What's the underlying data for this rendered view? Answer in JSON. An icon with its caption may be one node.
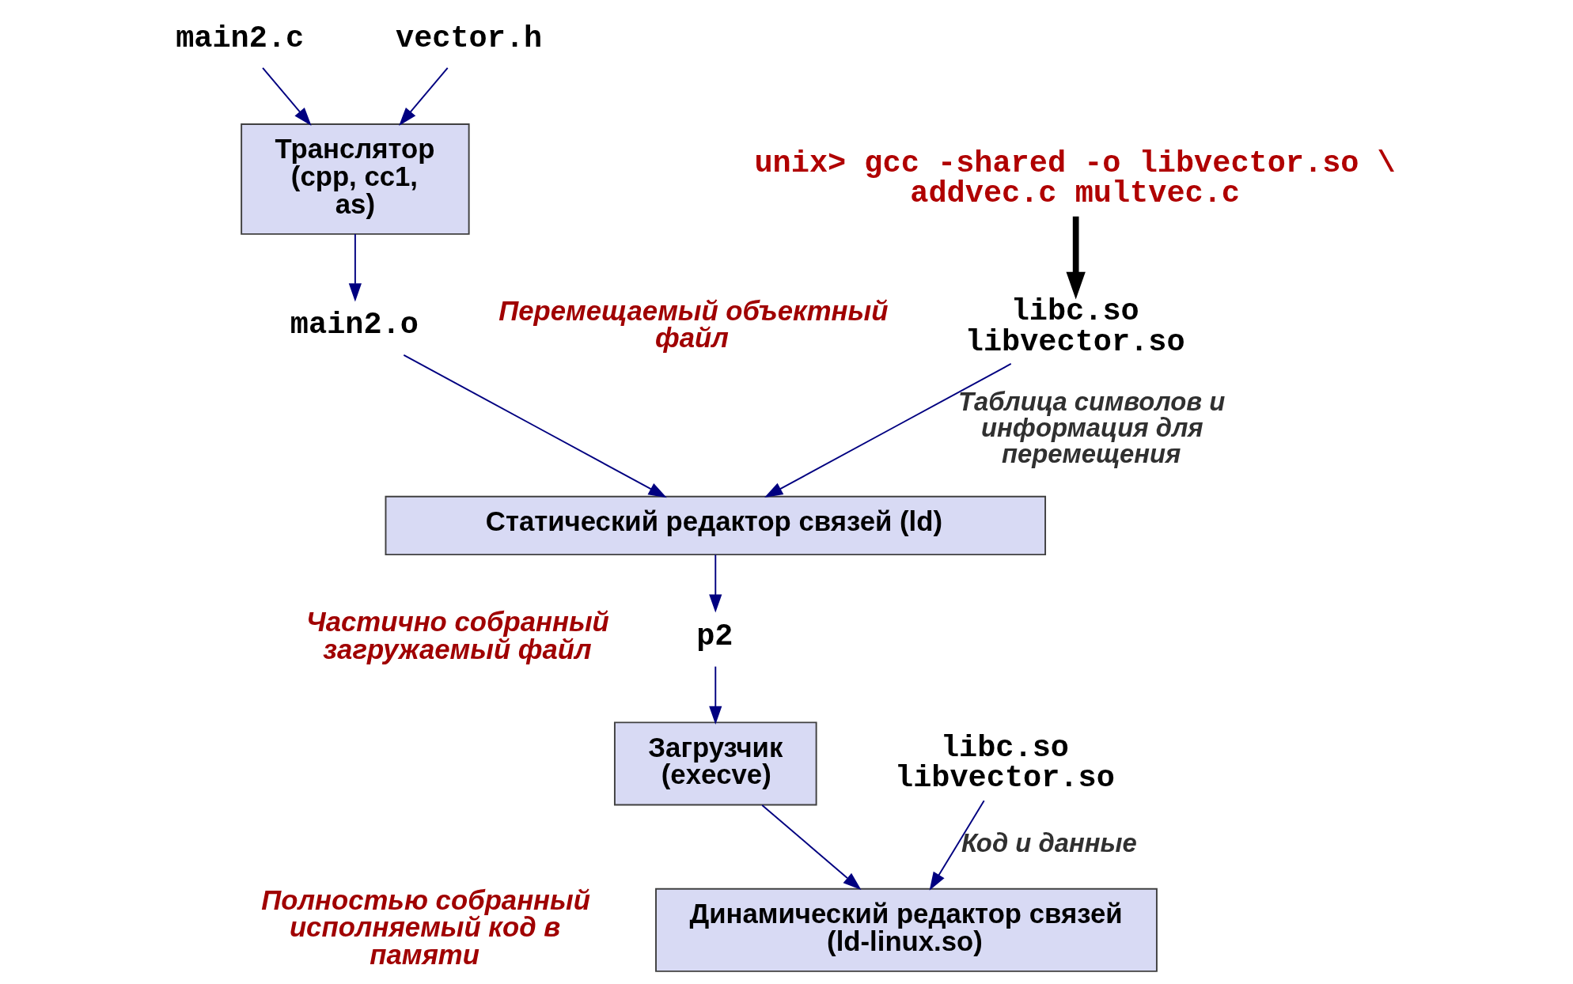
{
  "diagram": {
    "nodes": [
      {
        "text": [
          "main2.c"
        ]
      },
      {
        "text": [
          "vector.h"
        ]
      },
      {
        "text": [
          "Транслятор (cpp, cc1, as)"
        ]
      },
      {
        "text": [
          "main2.o"
        ],
        "beside": [
          "Перемещаемый объектный файл"
        ]
      },
      {
        "text": [
          "libc.so libvector.so"
        ]
      },
      {
        "text": [
          "unix> gcc -shared -o libvector.so \\ addvec.c multvec.c"
        ]
      },
      {
        "text": [
          "Статический редактор связей (ld)"
        ]
      },
      {
        "text": [
          "p2"
        ],
        "beside": [
          "Частично собранный загружаемый файл"
        ]
      },
      {
        "text": [
          "Загрузчик (execve)"
        ]
      },
      {
        "text": [
          "libc.so libvector.so"
        ]
      },
      {
        "text": [
          "Динамический редактор связей (ld-linux.so)"
        ],
        "beside": [
          "Полностью собранный исполняемый код в памяти"
        ]
      }
    ],
    "edges": [
      {
        "from": 0,
        "to": 2,
        "arrow": "to"
      },
      {
        "from": 1,
        "to": 2,
        "arrow": "to"
      },
      {
        "from": 2,
        "to": 3,
        "arrow": "to"
      },
      {
        "from": 3,
        "to": 6,
        "arrow": "to"
      },
      {
        "from": 4,
        "to": 6,
        "arrow": "to",
        "label": "Таблица символов и информация для перемещения"
      },
      {
        "from": 5,
        "to": 4,
        "arrow": "to",
        "style": "thick",
        "color": "#000000"
      },
      {
        "from": 6,
        "to": 7,
        "arrow": "to"
      },
      {
        "from": 7,
        "to": 8,
        "arrow": "to"
      },
      {
        "from": 8,
        "to": 10,
        "arrow": "to"
      },
      {
        "from": 9,
        "to": 10,
        "arrow": "to",
        "label": "Код и данные"
      }
    ]
  }
}
